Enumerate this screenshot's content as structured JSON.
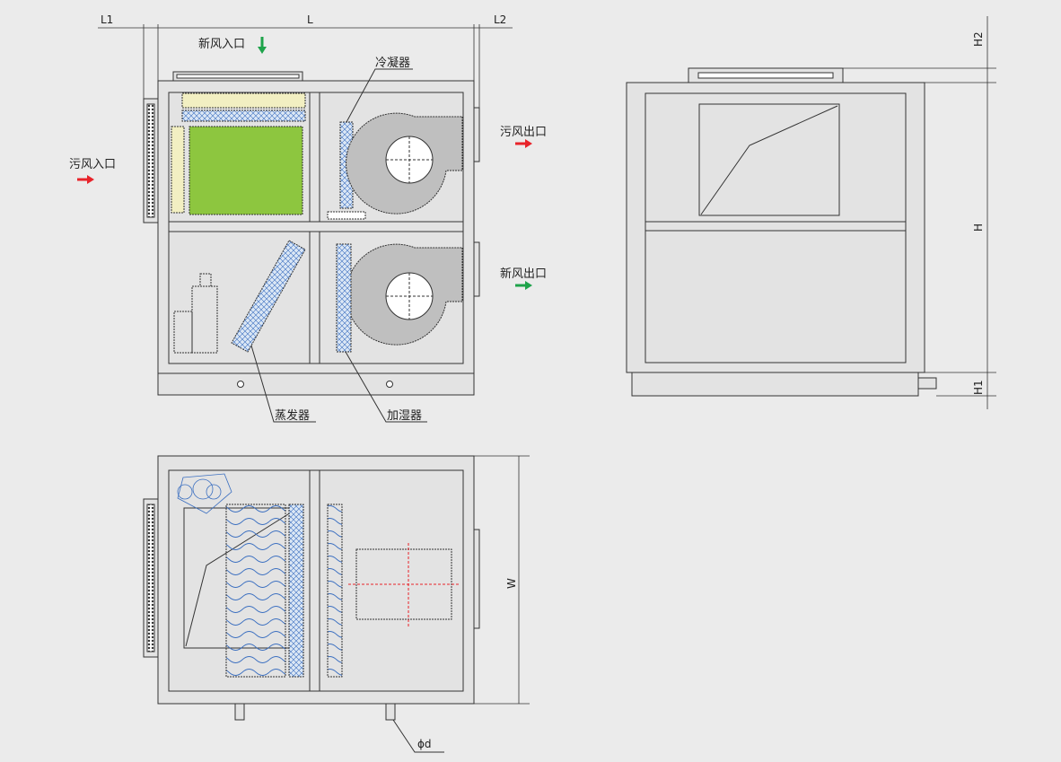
{
  "labels": {
    "fresh_air_inlet": "新风入口",
    "exhaust_inlet": "污风入口",
    "exhaust_outlet": "污风出口",
    "fresh_air_outlet": "新风出口",
    "condenser": "冷凝器",
    "evaporator": "蒸发器",
    "humidifier": "加湿器"
  },
  "dimensions": {
    "l1": "L1",
    "l": "L",
    "l2": "L2",
    "h2": "H2",
    "h": "H",
    "h1": "H1",
    "w": "W",
    "phi_d": "ϕd"
  },
  "colors": {
    "background": "#ebebeb",
    "panel": "#e3e3e3",
    "line": "#333333",
    "filter_green": "#8dc63f",
    "filter_beige": "#f2efc2",
    "hex_blue": "#3b6fc0",
    "arrow_red": "#e8232a",
    "arrow_green": "#1ea34a",
    "fan_gray": "#bfbfbf"
  }
}
